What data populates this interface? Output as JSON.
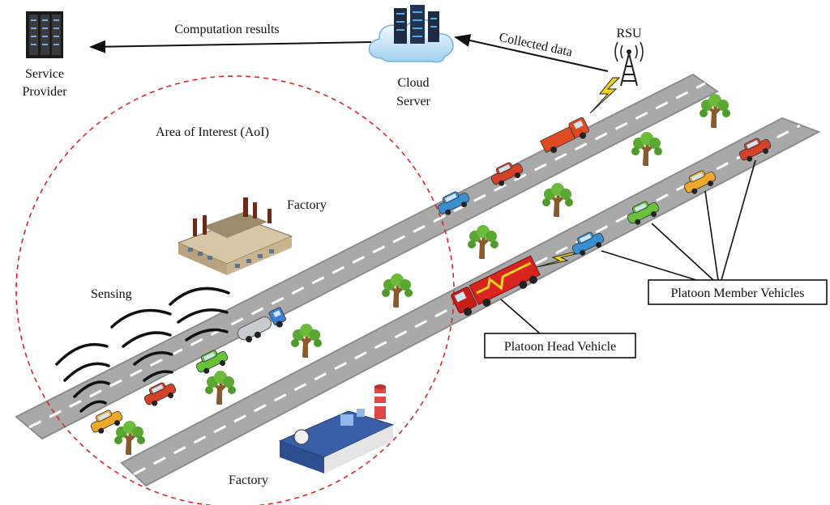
{
  "labels": {
    "service_provider_line1": "Service",
    "service_provider_line2": "Provider",
    "computation_results": "Computation results",
    "cloud_line1": "Cloud",
    "cloud_line2": "Server",
    "collected_data": "Collected data",
    "rsu": "RSU",
    "area_of_interest": "Area of Interest (AoI)",
    "factory_top": "Factory",
    "factory_bottom": "Factory",
    "sensing": "Sensing",
    "platoon_member": "Platoon Member Vehicles",
    "platoon_head": "Platoon Head Vehicle"
  },
  "colors": {
    "road": "#a9a9a9",
    "road_edge": "#8c8c8c",
    "lane_dash": "#ffffff",
    "aoi_circle": "#d9262b",
    "tree_leaf": "#5aa832",
    "tree_trunk": "#8a5a2b",
    "lightning": "#f2d21b"
  },
  "icons": {
    "server": "server-rack-icon",
    "cloud": "cloud-server-icon",
    "rsu": "rsu-antenna-icon",
    "lightning": "lightning-bolt-icon",
    "tree": "tree-icon",
    "factory": "factory-icon",
    "car": "car-icon",
    "truck": "truck-icon"
  }
}
